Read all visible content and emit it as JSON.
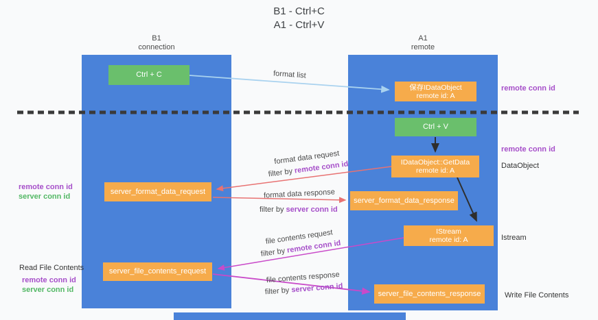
{
  "title": {
    "line1": "B1 - Ctrl+C",
    "line2": "A1 - Ctrl+V"
  },
  "lanes": {
    "left": {
      "name": "B1",
      "role": "connection"
    },
    "right": {
      "name": "A1",
      "role": "remote"
    }
  },
  "nodes": {
    "ctrl_c": {
      "label": "Ctrl + C"
    },
    "save_idataobject": {
      "line1": "保存IDataObject",
      "line2": "remote id: A"
    },
    "ctrl_v": {
      "label": "Ctrl + V"
    },
    "getdata": {
      "line1": "IDataObject::GetData",
      "line2": "remote id: A"
    },
    "format_request": {
      "label": "server_format_data_request"
    },
    "format_response": {
      "label": "server_format_data_response"
    },
    "istream": {
      "line1": "IStream",
      "line2": "remote id: A"
    },
    "file_request": {
      "label": "server_file_contents_request"
    },
    "file_response": {
      "label": "server_file_contents_response"
    }
  },
  "annotations": {
    "remote_conn_id_top": "remote conn id",
    "remote_conn_id_mid": "remote conn id",
    "dataobject": "DataObject",
    "istream": "Istream",
    "write_file_contents": "Write File Contents",
    "left_remote_conn_id": "remote conn id",
    "left_server_conn_id": "server conn id",
    "read_file_contents": "Read File Contents",
    "left_remote_conn_id_2": "remote conn id",
    "left_server_conn_id_2": "server conn id"
  },
  "flows": {
    "format_list": {
      "label": "format list"
    },
    "format_request": {
      "label": "format data request",
      "filter_prefix": "filter by ",
      "filter_key": "remote conn id"
    },
    "format_response": {
      "label": "format data response",
      "filter_prefix": "filter by ",
      "filter_key": "server conn id"
    },
    "file_request": {
      "label": "file contents request",
      "filter_prefix": "filter by ",
      "filter_key": "remote conn id"
    },
    "file_response": {
      "label": "file contents response",
      "filter_prefix": "filter by ",
      "filter_key": "server conn id"
    }
  },
  "colors": {
    "lane_blue": "#4a82d9",
    "node_orange": "#f6ab4b",
    "node_green": "#6abf6c",
    "label_purple": "#a64fc9",
    "label_green": "#53b865",
    "arrow_red": "#e87272",
    "arrow_magenta": "#c94ac9",
    "arrow_light_blue": "#a9d2ef",
    "arrow_black": "#2e2e2e",
    "divider_black": "#3a3a3a"
  }
}
